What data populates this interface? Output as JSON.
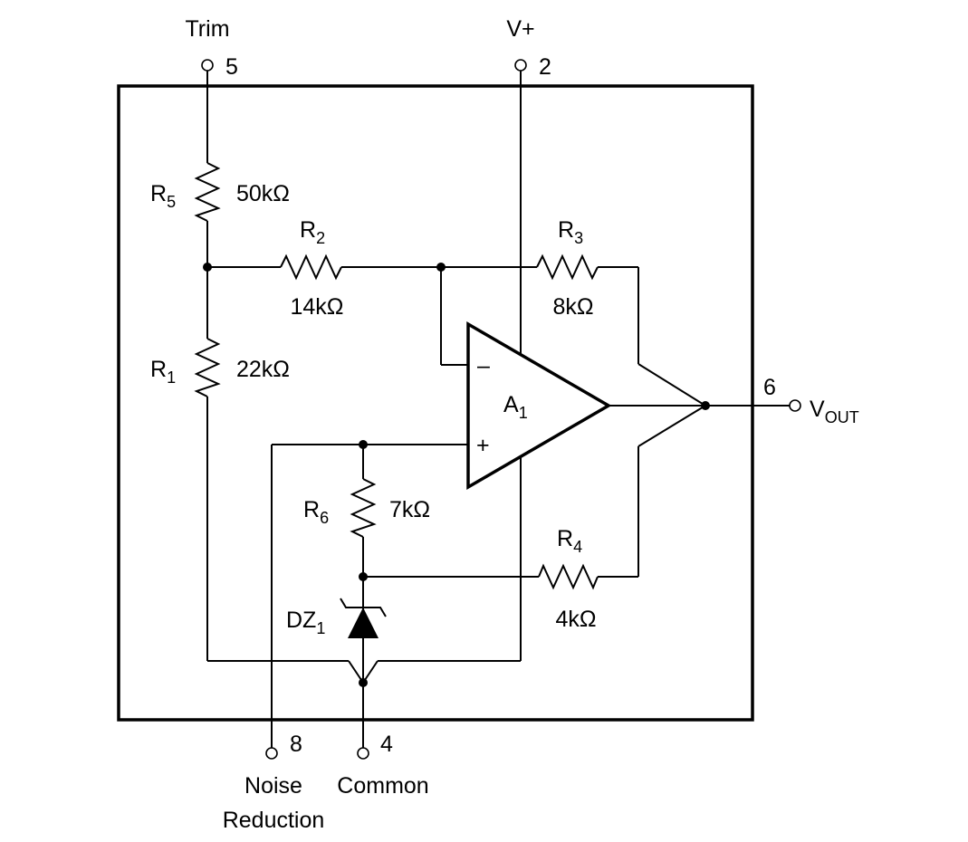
{
  "pins": {
    "trim": {
      "label": "Trim",
      "number": "5"
    },
    "vplus": {
      "label": "V+",
      "number": "2"
    },
    "vout": {
      "label_main": "V",
      "label_sub": "OUT",
      "number": "6"
    },
    "noise": {
      "label_line1": "Noise",
      "label_line2": "Reduction",
      "number": "8"
    },
    "common": {
      "label": "Common",
      "number": "4"
    }
  },
  "components": {
    "r5": {
      "name": "R",
      "sub": "5",
      "value": "50kΩ"
    },
    "r2": {
      "name": "R",
      "sub": "2",
      "value": "14kΩ"
    },
    "r3": {
      "name": "R",
      "sub": "3",
      "value": "8kΩ"
    },
    "r1": {
      "name": "R",
      "sub": "1",
      "value": "22kΩ"
    },
    "r6": {
      "name": "R",
      "sub": "6",
      "value": "7kΩ"
    },
    "r4": {
      "name": "R",
      "sub": "4",
      "value": "4kΩ"
    },
    "dz1": {
      "name": "DZ",
      "sub": "1"
    },
    "a1": {
      "name": "A",
      "sub": "1",
      "minus": "–",
      "plus": "+"
    }
  }
}
